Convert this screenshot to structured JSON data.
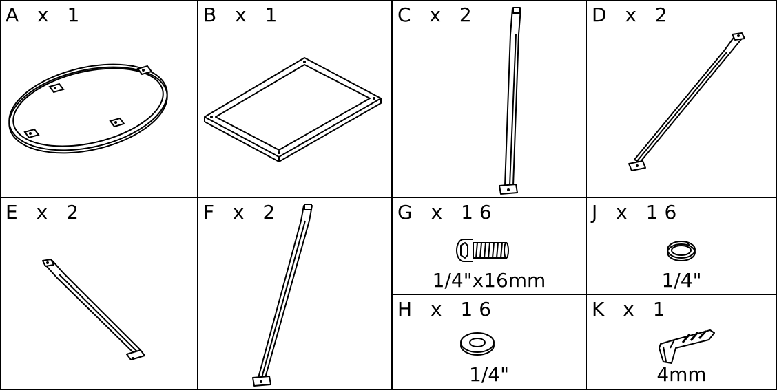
{
  "parts": {
    "A": {
      "label": "A x 1"
    },
    "B": {
      "label": "B x 1"
    },
    "C": {
      "label": "C x 2"
    },
    "D": {
      "label": "D x 2"
    },
    "E": {
      "label": "E x 2"
    },
    "F": {
      "label": "F x 2"
    },
    "G": {
      "label": "G x 16",
      "size": "1/4\"x16mm"
    },
    "H": {
      "label": "H x 16",
      "size": "1/4\""
    },
    "J": {
      "label": "J x 16",
      "size": "1/4\""
    },
    "K": {
      "label": "K x 1",
      "size": "4mm"
    }
  }
}
